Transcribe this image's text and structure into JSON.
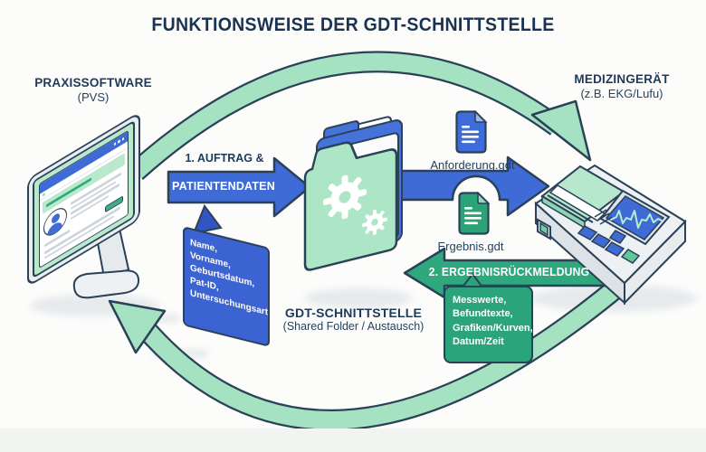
{
  "title": "FUNKTIONSWEISE DER GDT-SCHNITTSTELLE",
  "nodes": {
    "praxissoftware": {
      "label": "PRAXISSOFTWARE",
      "sublabel": "(PVS)"
    },
    "gdt_schnittstelle": {
      "label": "GDT-SCHNITTSTELLE",
      "sublabel": "(Shared Folder / Austausch)"
    },
    "medizingeraet": {
      "label": "MEDIZINGERÄT",
      "sublabel": "(z.B. EKG/Lufu)"
    }
  },
  "arrows": {
    "auftrag": {
      "prefix": "1. AUFTRAG &",
      "label": "PATIENTENDATEN"
    },
    "rueckmeldung": {
      "label": "2. ERGEBNISRÜCKMELDUNG"
    }
  },
  "files": {
    "anforderung": {
      "name": "Anforderung.gdt"
    },
    "ergebnis": {
      "name": "Ergebnis.gdt"
    }
  },
  "callouts": {
    "patientendaten": {
      "lines": [
        "Name,",
        "Vorname,",
        "Geburtsdatum,",
        "Pat-ID,",
        "Untersuchungsart"
      ]
    },
    "rueckmeldung": {
      "lines": [
        "Messwerte,",
        "Befundtexte,",
        "Grafiken/Kurven,",
        "Datum/Zeit"
      ]
    }
  },
  "palette": {
    "navy": "#2a4158",
    "blue": "#3f6bd6",
    "green": "#2ea87c",
    "mint": "#ade5c7",
    "arc_green": "#a5e2c2"
  }
}
